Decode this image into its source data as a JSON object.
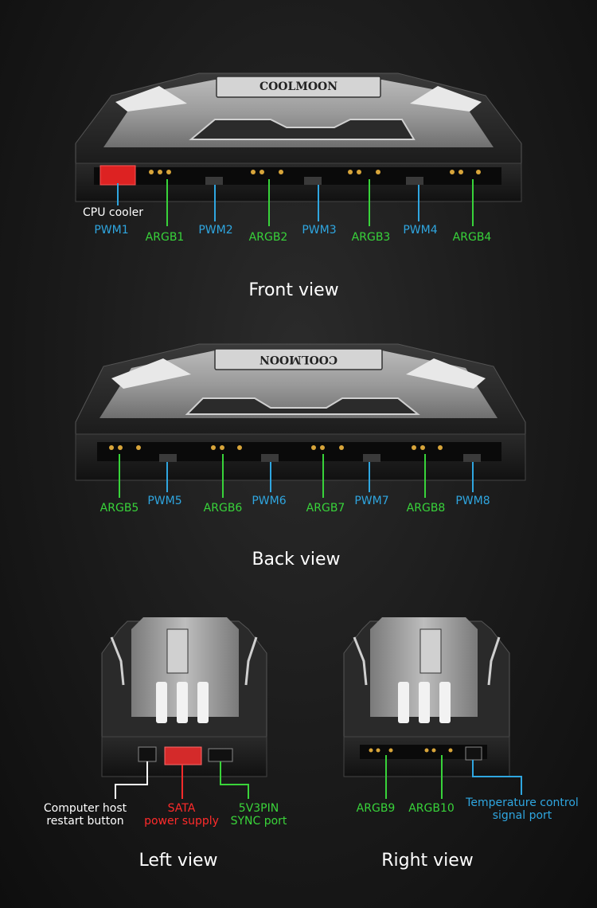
{
  "brand": "COOLMOON",
  "front": {
    "title": "Front view",
    "cpu_label": "CPU cooler",
    "ports": [
      "PWM1",
      "ARGB1",
      "PWM2",
      "ARGB2",
      "PWM3",
      "ARGB3",
      "PWM4",
      "ARGB4"
    ]
  },
  "back": {
    "title": "Back view",
    "ports": [
      "ARGB5",
      "PWM5",
      "ARGB6",
      "PWM6",
      "ARGB7",
      "PWM7",
      "ARGB8",
      "PWM8"
    ]
  },
  "left": {
    "title": "Left view",
    "restart_line1": "Computer host",
    "restart_line2": "restart button",
    "sata_line1": "SATA",
    "sata_line2": "power supply",
    "sync_line1": "5V3PIN",
    "sync_line2": "SYNC port"
  },
  "right": {
    "title": "Right view",
    "argb9": "ARGB9",
    "argb10": "ARGB10",
    "temp_line1": "Temperature control",
    "temp_line2": "signal port"
  },
  "colors": {
    "pwm": "#2fa6e0",
    "argb": "#38d33a",
    "sata": "#ff2b2b",
    "background": "#1a1a1a"
  }
}
